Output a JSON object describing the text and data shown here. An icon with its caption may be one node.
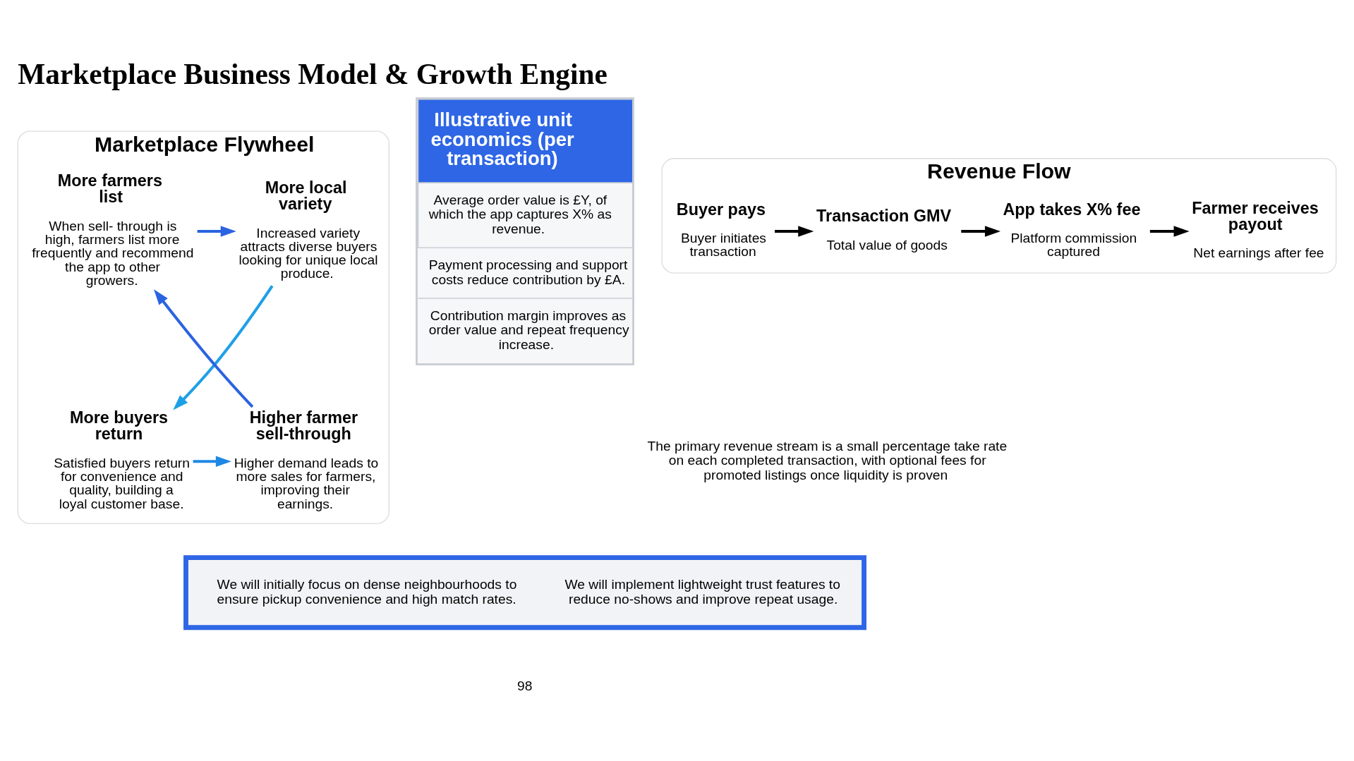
{
  "diagram": {
    "title": "Marketplace Business Model & Growth Engine",
    "nodes": [
      {
        "text": [
          "Marketplace Flywheel"
        ]
      },
      {
        "text": [
          "More farmers list",
          "When sell- through is high, farmers list more frequently and recommend the app to other growers."
        ],
        "in": 0
      },
      {
        "text": [
          "More local variety",
          "Increased variety attracts diverse buyers looking for unique local produce."
        ],
        "in": 0
      },
      {
        "text": [
          "More buyers return",
          "Satisfied buyers return for convenience and quality, building a loyal customer base."
        ],
        "in": 0
      },
      {
        "text": [
          "Higher farmer sell-through",
          "Higher demand leads to more sales for farmers, improving their earnings."
        ],
        "in": 0
      },
      {
        "text": [
          "Revenue Flow"
        ]
      },
      {
        "text": [
          "Buyer pays",
          "Buyer initiates transaction"
        ],
        "in": 5
      },
      {
        "text": [
          "Transaction GMV",
          "Total value of goods"
        ],
        "in": 5
      },
      {
        "text": [
          "App takes X% fee",
          "Platform commission captured"
        ],
        "in": 5
      },
      {
        "text": [
          "Farmer receives payout",
          "Net earnings after fee"
        ],
        "in": 5
      },
      {
        "text": [
          "Illustrative unit economics (per transaction)",
          "Average order value is £Y, of which the app captures X% as revenue.",
          "Payment processing and support costs reduce contribution by £A.",
          "Contribution margin improves as order value and repeat frequency increase."
        ]
      },
      {
        "text": [
          "We will initially focus on dense neighbourhoods to ensure pickup convenience and high match rates.",
          "We will implement lightweight trust features to reduce no-shows and improve repeat usage."
        ]
      }
    ],
    "edges": [
      {
        "from": 1,
        "to": 2,
        "arrow": "to",
        "color": "#2b63e0"
      },
      {
        "from": 2,
        "to": 3,
        "arrow": "to",
        "color": "#1fa0e6"
      },
      {
        "from": 3,
        "to": 4,
        "arrow": "to",
        "color": "#1e88e5"
      },
      {
        "from": 4,
        "to": 1,
        "arrow": "to",
        "color": "#2b63e0"
      },
      {
        "from": 6,
        "to": 7,
        "arrow": "to"
      },
      {
        "from": 7,
        "to": 8,
        "arrow": "to"
      },
      {
        "from": 8,
        "to": 9,
        "arrow": "to"
      }
    ],
    "labels": [
      "The primary revenue stream is a small percentage take rate on each completed transaction, with optional fees for promoted listings once liquidity is proven",
      "98"
    ]
  }
}
